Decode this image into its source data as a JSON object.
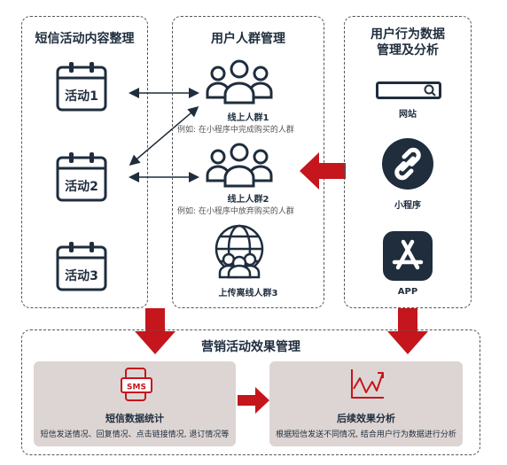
{
  "panels": {
    "sms": {
      "title": "短信活动内容整理",
      "activities": [
        "活动1",
        "活动2",
        "活动3"
      ]
    },
    "groups": {
      "title": "用户人群管理",
      "items": [
        {
          "label": "线上人群1",
          "desc": "例如: 在小程序中完成购买的人群"
        },
        {
          "label": "线上人群2",
          "desc": "例如: 在小程序中放弃购买的人群"
        },
        {
          "label": "上传离线人群3",
          "desc": ""
        }
      ]
    },
    "behavior": {
      "title_line1": "用户行为数据",
      "title_line2": "管理及分析",
      "items": [
        "网站",
        "小程序",
        "APP"
      ]
    }
  },
  "bottom": {
    "title": "营销活动效果管理",
    "sms_stats": {
      "icon_text": "SMS",
      "label": "短信数据统计",
      "desc": "短信发送情况、回复情况、点击链接情况, 退订情况等"
    },
    "analysis": {
      "label": "后续效果分析",
      "desc": "根据短信发送不同情况, 结合用户行为数据进行分析"
    }
  },
  "colors": {
    "accent_red": "#c4161c",
    "dark_navy": "#1f2d3d",
    "card_bg": "#ddd5d3"
  }
}
